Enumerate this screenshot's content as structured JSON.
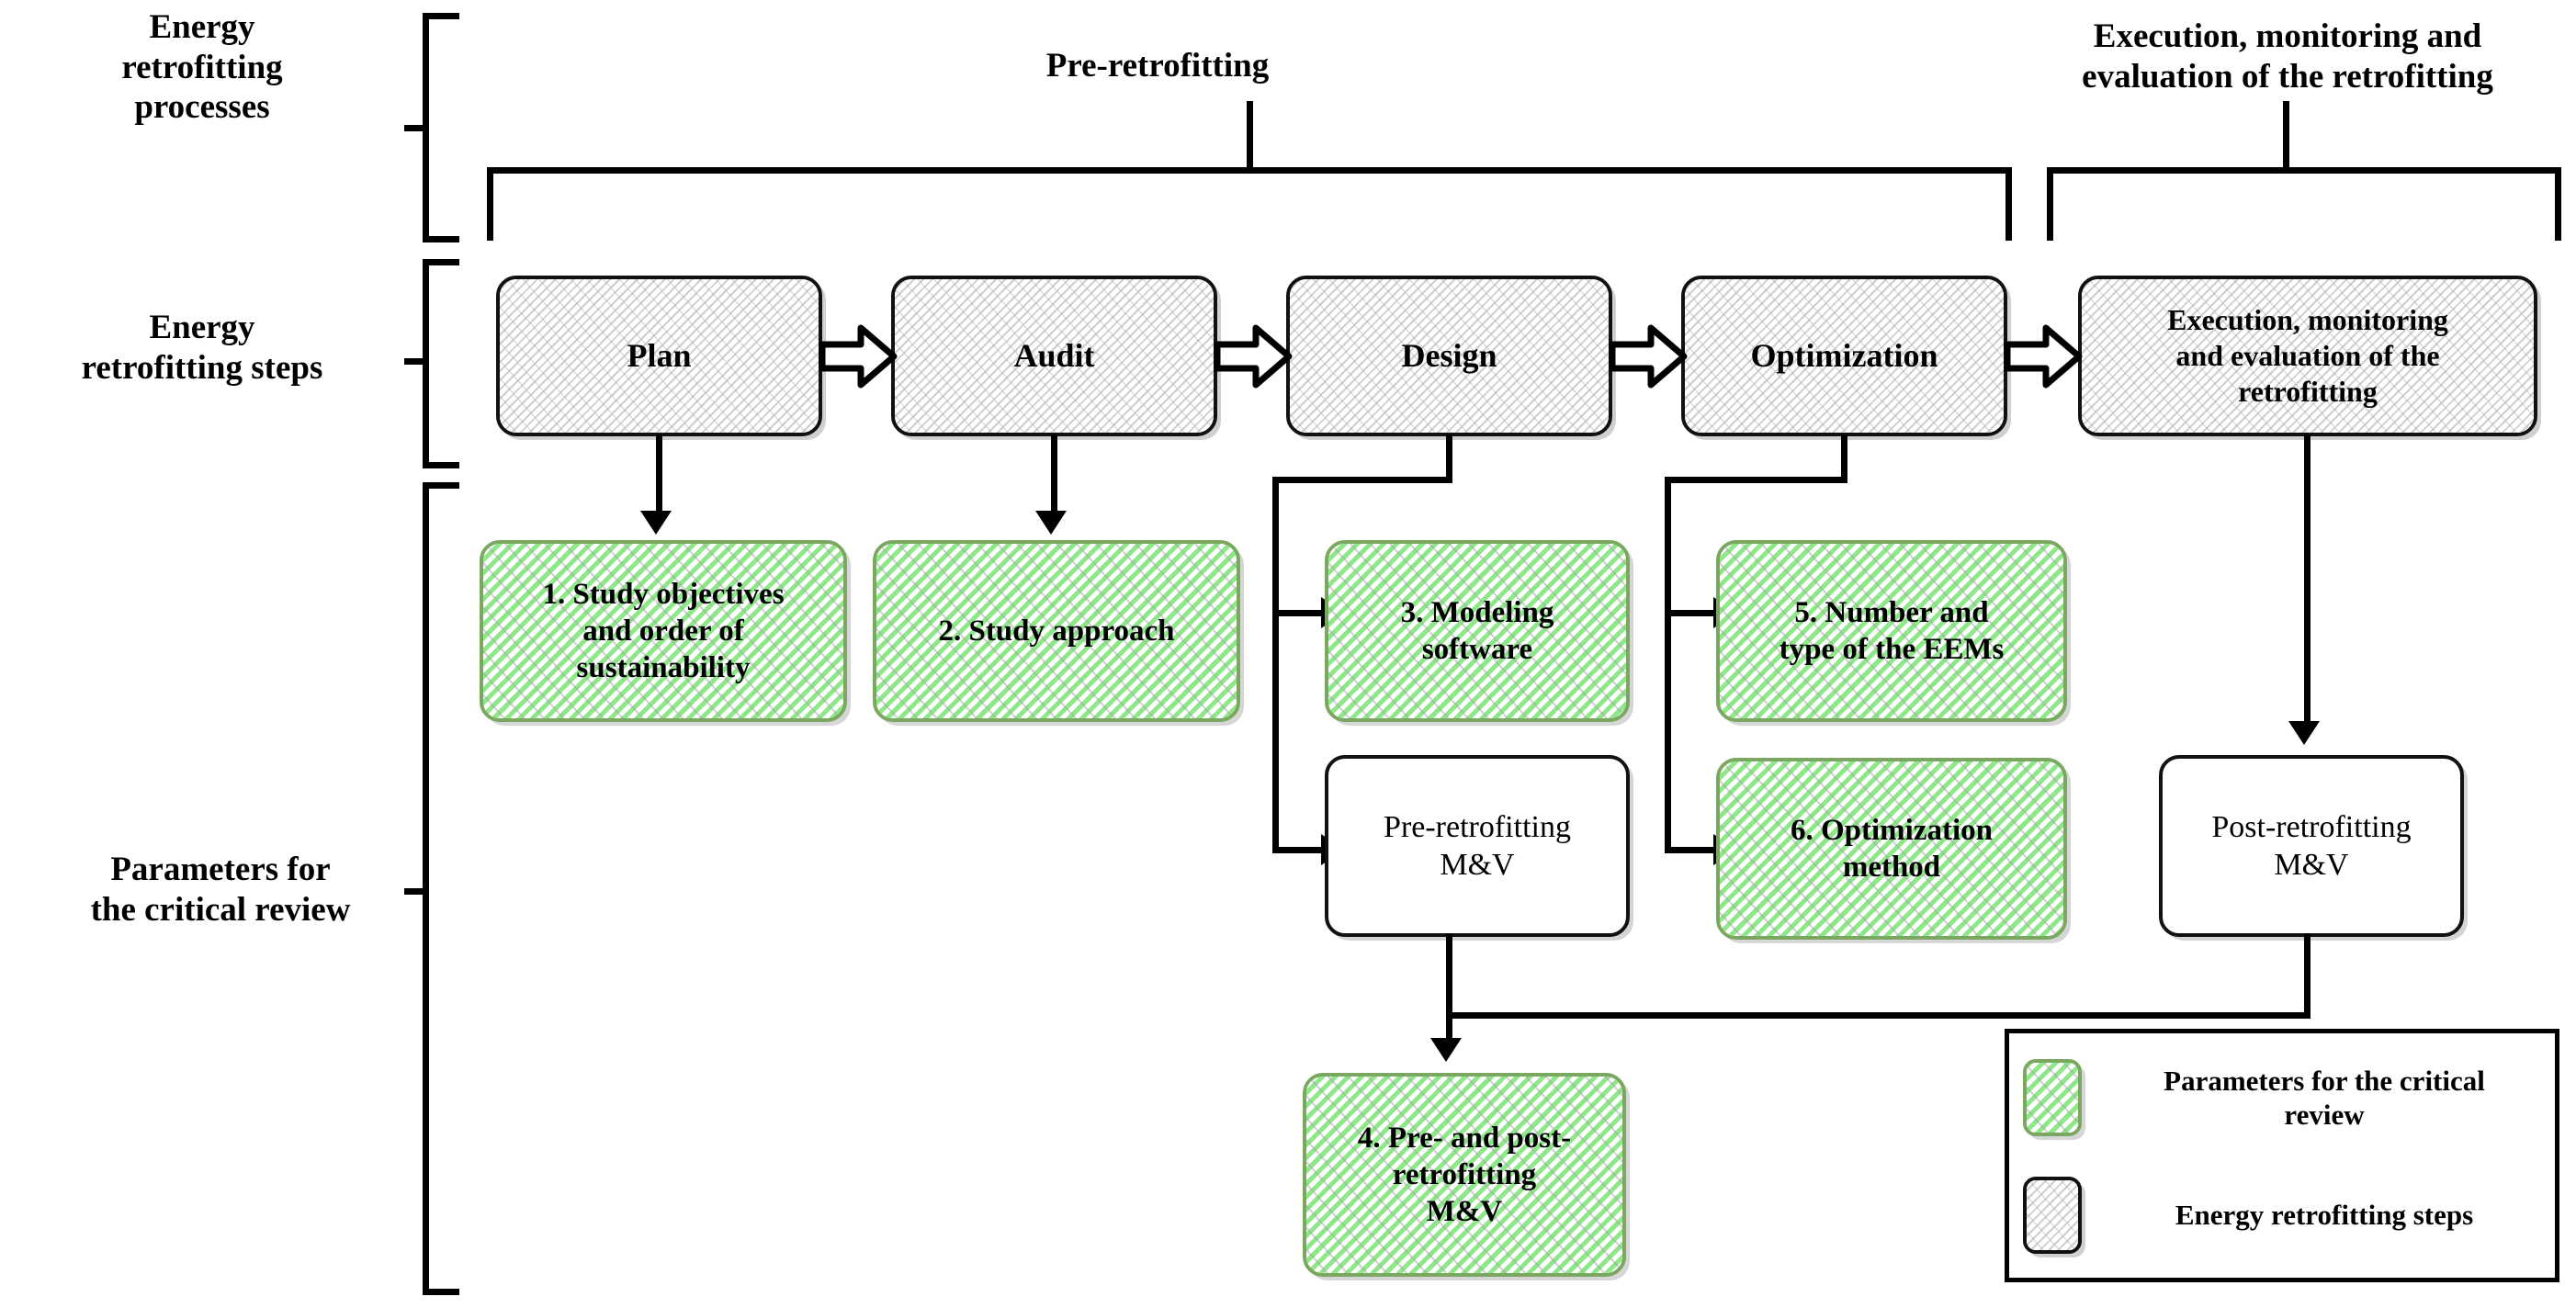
{
  "diagram": {
    "row_labels": [
      {
        "id": "energy-retrofitting-processes",
        "text": "Energy\nretrofitting\nprocesses"
      },
      {
        "id": "energy-retrofitting-steps",
        "text": "Energy\nretrofitting steps"
      },
      {
        "id": "parameters-for-the-critical-review",
        "text": "Parameters for\nthe critical review"
      }
    ],
    "phases": [
      {
        "id": "pre-retrofitting",
        "text": "Pre-retrofitting"
      },
      {
        "id": "execution-monitoring-evaluation",
        "text": "Execution, monitoring and\nevaluation of the retrofitting"
      }
    ],
    "steps": [
      {
        "id": "plan",
        "text": "Plan"
      },
      {
        "id": "audit",
        "text": "Audit"
      },
      {
        "id": "design",
        "text": "Design"
      },
      {
        "id": "optimization",
        "text": "Optimization"
      },
      {
        "id": "execution-monitoring-evaluation-step",
        "text": "Execution, monitoring\nand evaluation of the\nretrofitting"
      }
    ],
    "parameters": [
      {
        "id": "param-1",
        "text": "1. Study objectives\nand order of\nsustainability"
      },
      {
        "id": "param-2",
        "text": "2. Study approach"
      },
      {
        "id": "param-3",
        "text": "3. Modeling\nsoftware"
      },
      {
        "id": "param-5",
        "text": "5. Number and\ntype of the EEMs"
      },
      {
        "id": "param-6",
        "text": "6. Optimization\nmethod"
      },
      {
        "id": "param-4",
        "text": "4. Pre- and post-\nretrofitting\nM&V"
      }
    ],
    "mv_boxes": [
      {
        "id": "pre-retrofitting-mv",
        "text": "Pre-retrofitting\nM&V"
      },
      {
        "id": "post-retrofitting-mv",
        "text": "Post-retrofitting\nM&V"
      }
    ],
    "legend": {
      "items": [
        {
          "id": "legend-parameters",
          "swatch": "green-hatched",
          "text": "Parameters for the critical\nreview"
        },
        {
          "id": "legend-steps",
          "swatch": "grey-hatched",
          "text": "Energy retrofitting steps"
        }
      ]
    },
    "colors": {
      "green_fill": "#8ee88a",
      "green_border": "#7aa861",
      "grey_hatch": "#cfcfcf",
      "line": "#000000",
      "background": "#ffffff"
    }
  }
}
